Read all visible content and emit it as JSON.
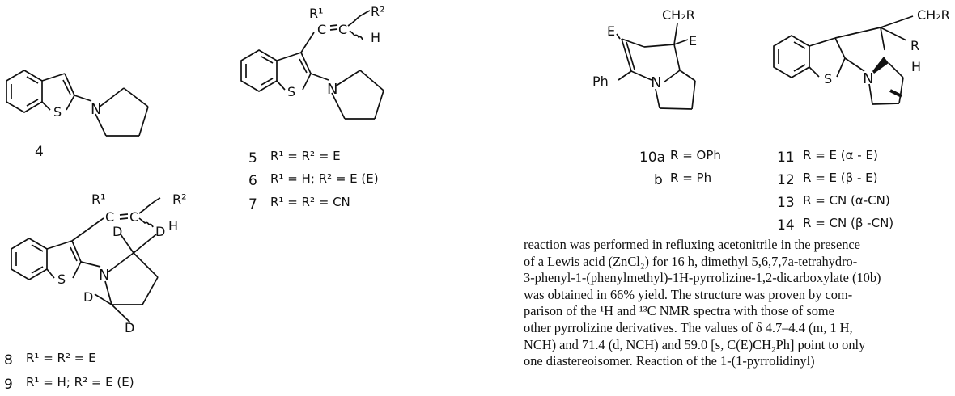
{
  "compounds": {
    "c4": {
      "number": "4"
    },
    "c5": {
      "number": "5",
      "def": "R¹ = R² = E"
    },
    "c6": {
      "number": "6",
      "def": "R¹ = H; R² = E (E)"
    },
    "c7": {
      "number": "7",
      "def": "R¹ = R² = CN"
    },
    "c8": {
      "number": "8",
      "def": "R¹ = R² = E"
    },
    "c9": {
      "number": "9",
      "def": "R¹ = H; R² = E (E)"
    },
    "c10a": {
      "number": "10a",
      "def": "R = OPh"
    },
    "c10b": {
      "number": "b",
      "def": "R = Ph"
    },
    "c11": {
      "number": "11",
      "def": "R = E (α - E)"
    },
    "c12": {
      "number": "12",
      "def": "R = E (β - E)"
    },
    "c13": {
      "number": "13",
      "def": "R = CN (α-CN)"
    },
    "c14": {
      "number": "14",
      "def": "R = CN (β -CN)"
    }
  },
  "atoms": {
    "S": "S",
    "N": "N",
    "D": "D",
    "H": "H",
    "E": "E",
    "C": "C",
    "Ph": "Ph",
    "R": "R",
    "R1": "R¹",
    "R2": "R²",
    "CH2R": "CH₂R"
  },
  "body_text": {
    "lines": [
      "reaction was performed in refluxing acetonitrile in the presence",
      "of a Lewis acid (ZnCl₂) for 16 h, dimethyl 5,6,7,7a-tetrahydro-",
      "3-phenyl-1-(phenylmethyl)-1H-pyrrolizine-1,2-dicarboxylate (10b)",
      "was obtained in 66% yield. The structure was proven by com-",
      "parison of the ¹H and ¹³C NMR spectra with those of some",
      "other pyrrolizine derivatives. The values of δ 4.7–4.4 (m, 1 H,",
      "NCH) and 71.4 (d, NCH) and 59.0 [s, C(E)CH₂Ph] point to only",
      "one diastereoisomer. Reaction of the 1-(1-pyrrolidinyl)"
    ]
  }
}
